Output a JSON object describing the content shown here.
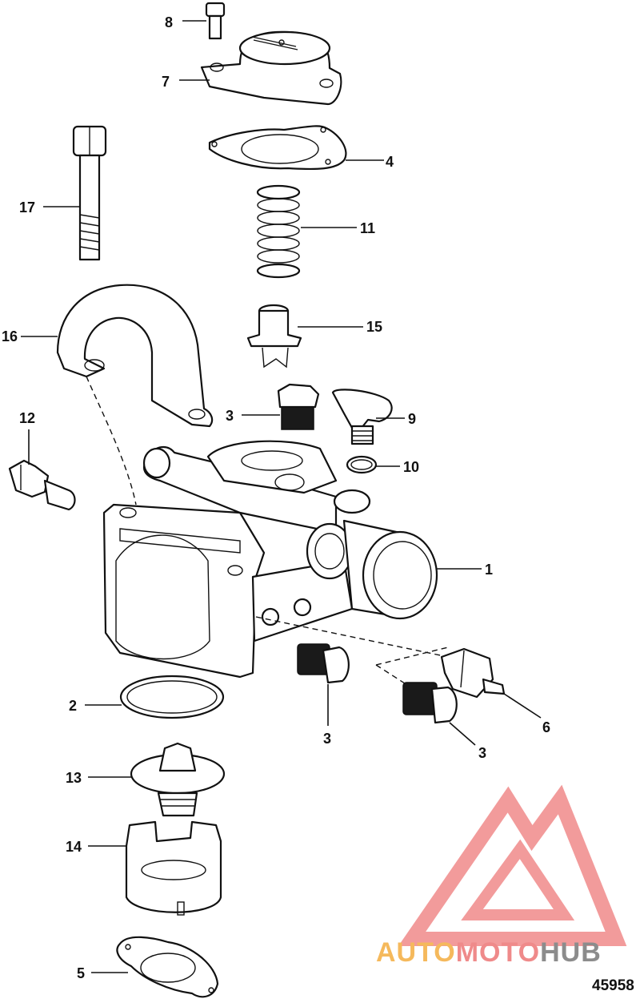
{
  "diagram": {
    "figure_number": "45958",
    "callouts": [
      {
        "label": "8"
      },
      {
        "label": "7"
      },
      {
        "label": "4"
      },
      {
        "label": "17"
      },
      {
        "label": "11"
      },
      {
        "label": "16"
      },
      {
        "label": "15"
      },
      {
        "label": "3"
      },
      {
        "label": "9"
      },
      {
        "label": "12"
      },
      {
        "label": "10"
      },
      {
        "label": "1"
      },
      {
        "label": "2"
      },
      {
        "label": "3"
      },
      {
        "label": "3"
      },
      {
        "label": "6"
      },
      {
        "label": "13"
      },
      {
        "label": "14"
      },
      {
        "label": "5"
      }
    ]
  },
  "watermark": {
    "word_1": "AUTO",
    "word_2": "MOTO",
    "word_3": "HUB",
    "color_1": "#f5b95c",
    "color_2": "#ef8a8a",
    "color_3": "#8c8c8c",
    "logo_color": "#f08a8a"
  }
}
